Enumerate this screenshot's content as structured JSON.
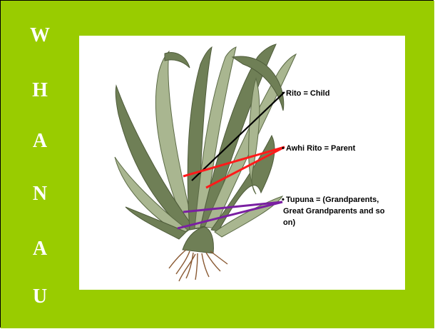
{
  "colors": {
    "background": "#99cc00",
    "panel": "#ffffff",
    "letters": "#ffffff",
    "leaf_dark": "#6f7f56",
    "leaf_light": "#a9b690",
    "root": "#8a5a33",
    "line_child": "#000000",
    "line_parent": "#ff1a1a",
    "line_ancestors": "#7a1fa2"
  },
  "vertical_word": [
    "W",
    "H",
    "A",
    "N",
    "A",
    "U"
  ],
  "labels": {
    "child": "Rito = Child",
    "parent": "Awhi Rito = Parent",
    "ancestors_line1": "Tupuna = (Grandparents,",
    "ancestors_line2": "Great Grandparents and so",
    "ancestors_line3": "on)"
  },
  "icons": {
    "plant": "harakeke-flax-plant-illustration"
  }
}
